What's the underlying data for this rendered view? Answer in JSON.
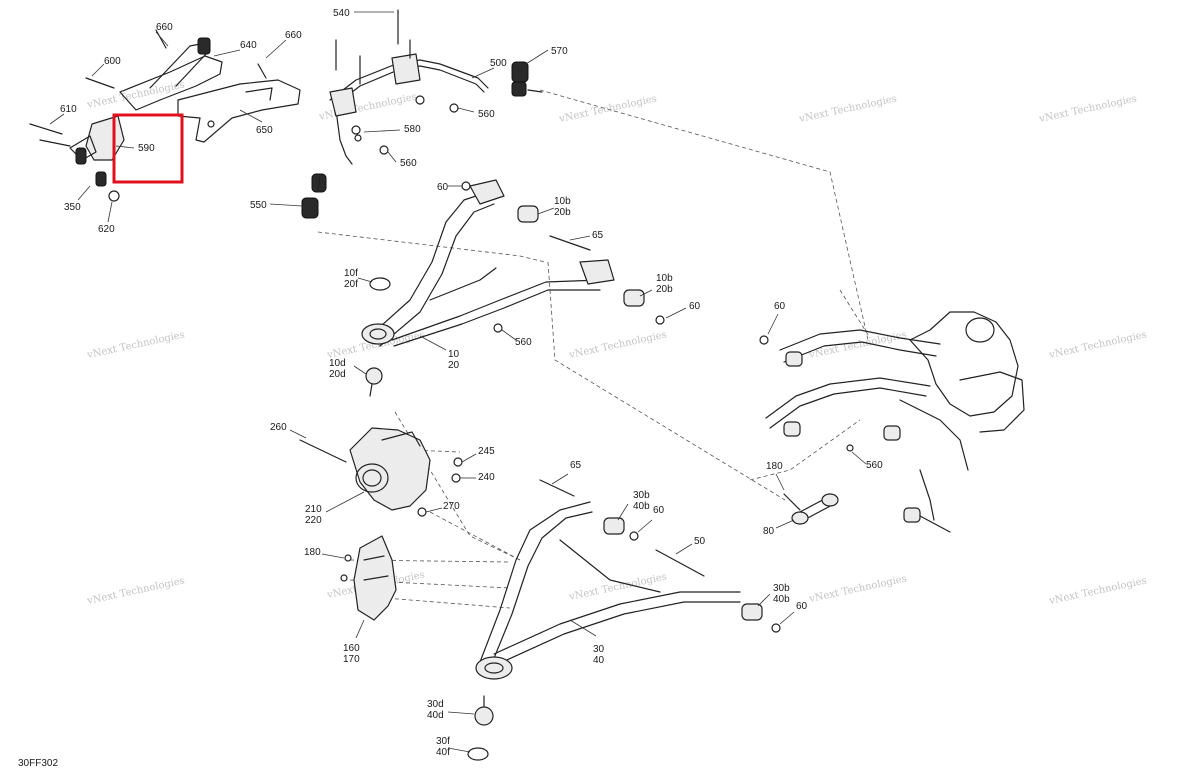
{
  "diagram_code": "30FF302",
  "watermark": {
    "line1": "vNext",
    "line2": "Technologies",
    "combined": "vNext Technologies"
  },
  "highlight_color": "#e0101e",
  "labels": {
    "p660a": "660",
    "p660b": "660",
    "p640": "640",
    "p600": "600",
    "p610": "610",
    "p590": "590",
    "p350": "350",
    "p620": "620",
    "p650": "650",
    "p540": "540",
    "p570": "570",
    "p500": "500",
    "p560a": "560",
    "p580": "580",
    "p560b": "560",
    "p550": "550",
    "p60a": "60",
    "p10b20b_a1": "10b",
    "p10b20b_a2": "20b",
    "p65a": "65",
    "p10b20b_b1": "10b",
    "p10b20b_b2": "20b",
    "p60b": "60",
    "p10f": "10f",
    "p20f": "20f",
    "p560c": "560",
    "p10": "10",
    "p20": "20",
    "p10d": "10d",
    "p20d": "20d",
    "p60c": "60",
    "p560d": "560",
    "p180a": "180",
    "p80": "80",
    "p260": "260",
    "p245": "245",
    "p240": "240",
    "p270": "270",
    "p210": "210",
    "p220": "220",
    "p65b": "65",
    "p30b40b_a1": "30b",
    "p30b40b_a2": "40b",
    "p60d": "60",
    "p50": "50",
    "p30b40b_b1": "30b",
    "p30b40b_b2": "40b",
    "p60e": "60",
    "p180b": "180",
    "p160": "160",
    "p170": "170",
    "p30": "30",
    "p40": "40",
    "p30d": "30d",
    "p40d": "40d",
    "p30f": "30f",
    "p40f": "40f"
  }
}
